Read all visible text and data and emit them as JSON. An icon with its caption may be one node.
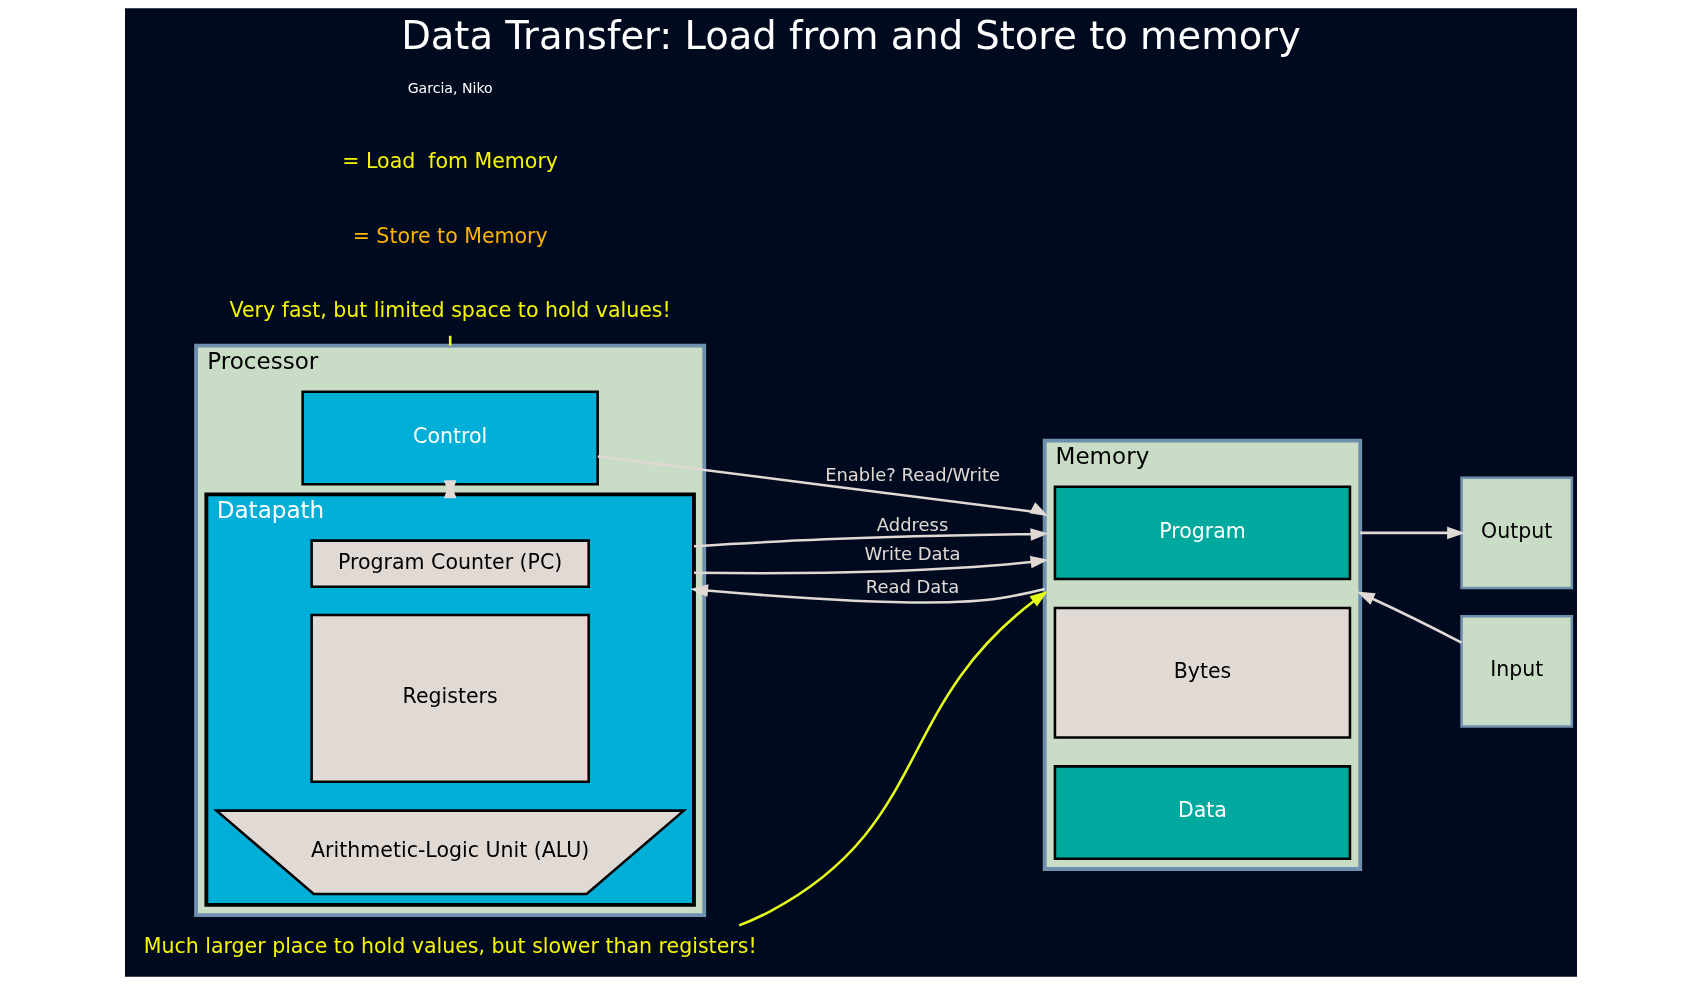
{
  "diagram": {
    "title": "Data Transfer: Load from and Store to memory",
    "nodes": [
      {
        "text": [
          "Processor"
        ]
      },
      {
        "text": [
          "Control"
        ],
        "in": 0
      },
      {
        "text": [
          "Datapath"
        ],
        "in": 0
      },
      {
        "text": [
          "Program Counter (PC)"
        ],
        "in": 2
      },
      {
        "text": [
          "Registers"
        ],
        "in": 2
      },
      {
        "text": [
          "Arithmetic-Logic Unit (ALU)"
        ],
        "in": 2
      },
      {
        "text": [
          "Memory"
        ]
      },
      {
        "text": [
          "Program"
        ],
        "in": 6
      },
      {
        "text": [
          "Bytes"
        ],
        "in": 6
      },
      {
        "text": [
          "Data"
        ],
        "in": 6
      },
      {
        "text": [
          "Input"
        ]
      },
      {
        "text": [
          "Output"
        ]
      },
      {
        "text": [
          "Very fast, but limited space to hold values!"
        ]
      },
      {
        "text": [
          "Much larger place to hold values, but slower than registers!"
        ]
      }
    ],
    "edges": [
      {
        "from": 1,
        "to": 2,
        "arrow": "to"
      },
      {
        "from": 2,
        "to": 1,
        "arrow": "to"
      },
      {
        "from": 1,
        "to": 6,
        "arrow": "to",
        "label": "Enable? Read/Write"
      },
      {
        "from": 2,
        "to": 6,
        "arrow": "to",
        "label": "Address"
      },
      {
        "from": 2,
        "to": 6,
        "arrow": "to",
        "label": "Write Data"
      },
      {
        "from": 6,
        "to": 2,
        "arrow": "to",
        "label": "Read Data"
      },
      {
        "from": 10,
        "to": 6,
        "arrow": "to"
      },
      {
        "from": 6,
        "to": 11,
        "arrow": "to"
      },
      {
        "from": 12,
        "to": 0,
        "arrow": "none",
        "color": "#e6ff1a"
      },
      {
        "from": 13,
        "to": 6,
        "arrow": "to",
        "color": "#e6ff1a"
      }
    ],
    "labels": [
      "= Store to Memory",
      "= Load  fom Memory",
      "Garcia, Niko"
    ]
  }
}
